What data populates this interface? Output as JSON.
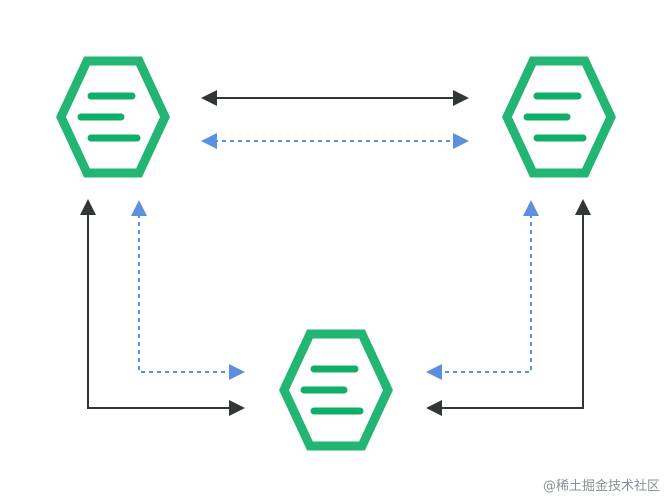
{
  "diagram": {
    "nodes": [
      {
        "id": "node-top-left",
        "icon": "hexagon-menu-icon"
      },
      {
        "id": "node-top-right",
        "icon": "hexagon-menu-icon"
      },
      {
        "id": "node-bottom",
        "icon": "hexagon-menu-icon"
      }
    ],
    "edges": [
      {
        "from": "node-top-left",
        "to": "node-top-right",
        "style": "solid",
        "direction": "both"
      },
      {
        "from": "node-top-left",
        "to": "node-top-right",
        "style": "dashed",
        "direction": "both"
      },
      {
        "from": "node-bottom",
        "to": "node-top-left",
        "style": "solid",
        "direction": "both"
      },
      {
        "from": "node-bottom",
        "to": "node-top-left",
        "style": "dashed",
        "direction": "both"
      },
      {
        "from": "node-bottom",
        "to": "node-top-right",
        "style": "solid",
        "direction": "both"
      },
      {
        "from": "node-bottom",
        "to": "node-top-right",
        "style": "dashed",
        "direction": "both"
      }
    ],
    "colors": {
      "hexagon": "#22b573",
      "bars": "#0fae6a",
      "solid_arrow": "#333639",
      "dashed_arrow": "#5b8fe0"
    }
  },
  "watermark": "@稀土掘金技术社区"
}
